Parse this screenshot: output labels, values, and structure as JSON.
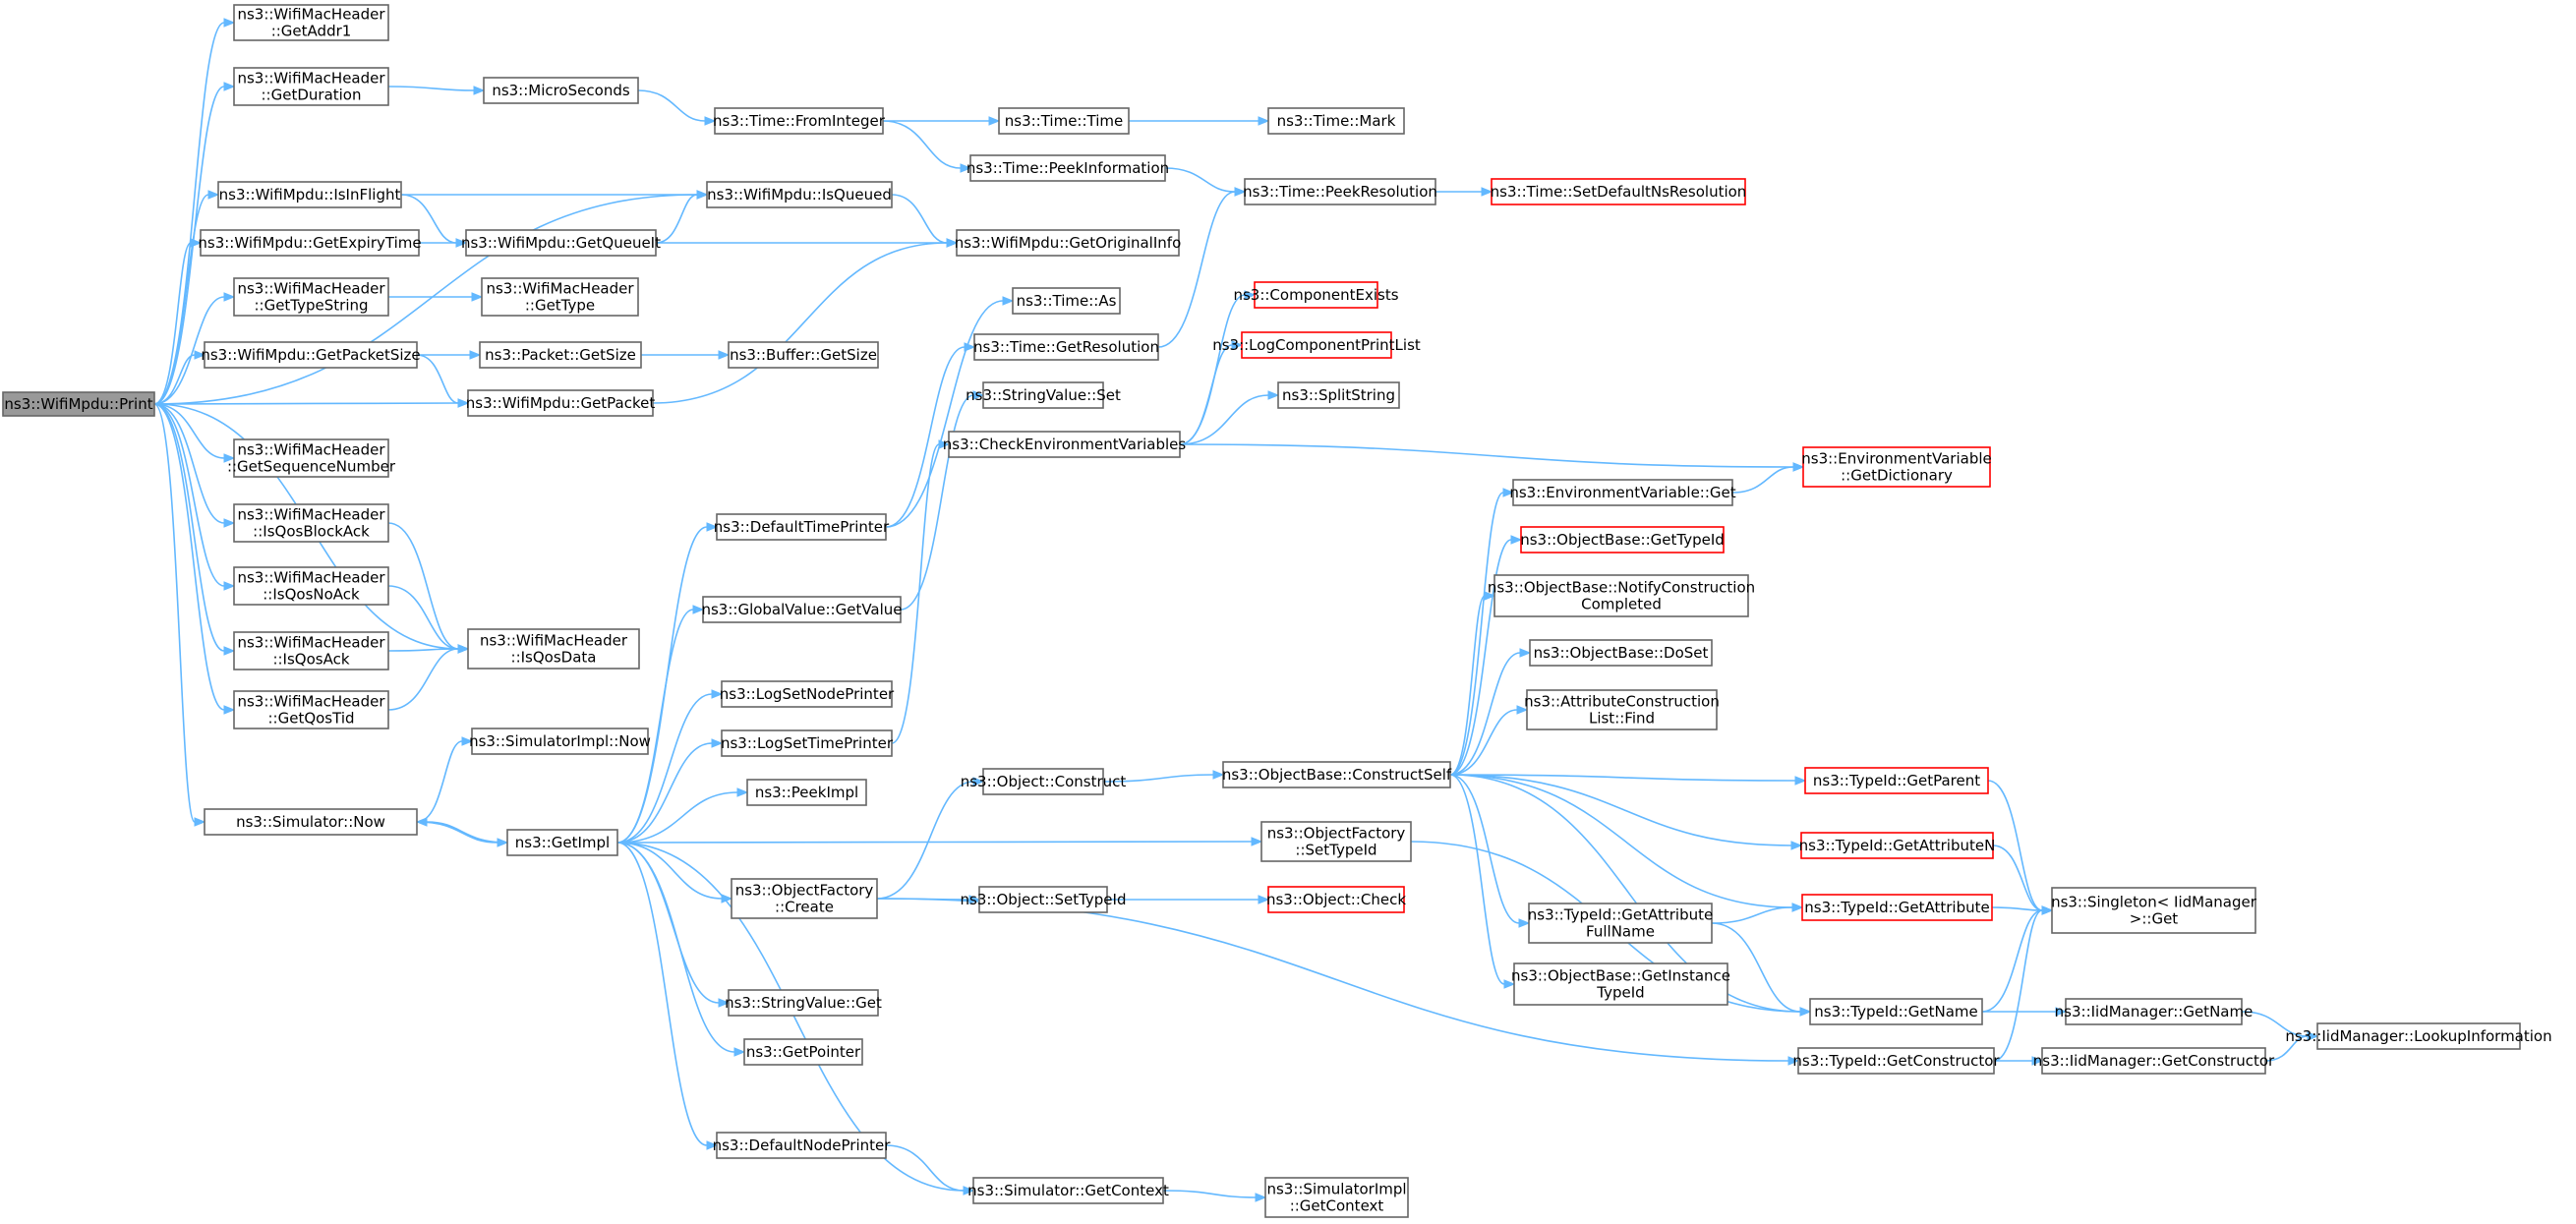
{
  "graph": {
    "title": "",
    "colors": {
      "edge": "#63b8ff",
      "node_border": "#666666",
      "truncated_border": "#ff0000",
      "root_fill": "#999999"
    },
    "nodes": [
      {
        "id": "print",
        "lines": [
          "ns3::WifiMpdu::Print"
        ],
        "root": true
      },
      {
        "id": "getaddr1",
        "lines": [
          "ns3::WifiMacHeader",
          "::GetAddr1"
        ]
      },
      {
        "id": "getduration",
        "lines": [
          "ns3::WifiMacHeader",
          "::GetDuration"
        ]
      },
      {
        "id": "microseconds",
        "lines": [
          "ns3::MicroSeconds"
        ]
      },
      {
        "id": "fromint",
        "lines": [
          "ns3::Time::FromInteger"
        ]
      },
      {
        "id": "timetime",
        "lines": [
          "ns3::Time::Time"
        ]
      },
      {
        "id": "timemark",
        "lines": [
          "ns3::Time::Mark"
        ]
      },
      {
        "id": "peekinfo",
        "lines": [
          "ns3::Time::PeekInformation"
        ]
      },
      {
        "id": "peekres",
        "lines": [
          "ns3::Time::PeekResolution"
        ]
      },
      {
        "id": "setdefres",
        "lines": [
          "ns3::Time::SetDefaultNsResolution"
        ],
        "trunc": true
      },
      {
        "id": "isinflight",
        "lines": [
          "ns3::WifiMpdu::IsInFlight"
        ]
      },
      {
        "id": "isqueued",
        "lines": [
          "ns3::WifiMpdu::IsQueued"
        ]
      },
      {
        "id": "getexpiry",
        "lines": [
          "ns3::WifiMpdu::GetExpiryTime"
        ]
      },
      {
        "id": "getqueueit",
        "lines": [
          "ns3::WifiMpdu::GetQueueIt"
        ]
      },
      {
        "id": "getorig",
        "lines": [
          "ns3::WifiMpdu::GetOriginalInfo"
        ]
      },
      {
        "id": "gettypestring",
        "lines": [
          "ns3::WifiMacHeader",
          "::GetTypeString"
        ]
      },
      {
        "id": "gettype",
        "lines": [
          "ns3::WifiMacHeader",
          "::GetType"
        ]
      },
      {
        "id": "timeas",
        "lines": [
          "ns3::Time::As"
        ]
      },
      {
        "id": "getres",
        "lines": [
          "ns3::Time::GetResolution"
        ]
      },
      {
        "id": "compexists",
        "lines": [
          "ns3::ComponentExists"
        ],
        "trunc": true
      },
      {
        "id": "logcomplist",
        "lines": [
          "ns3::LogComponentPrintList"
        ],
        "trunc": true
      },
      {
        "id": "getpacketsize",
        "lines": [
          "ns3::WifiMpdu::GetPacketSize"
        ]
      },
      {
        "id": "packetgetsize",
        "lines": [
          "ns3::Packet::GetSize"
        ]
      },
      {
        "id": "buffergetsize",
        "lines": [
          "ns3::Buffer::GetSize"
        ]
      },
      {
        "id": "getpacket",
        "lines": [
          "ns3::WifiMpdu::GetPacket"
        ]
      },
      {
        "id": "stringvalueset",
        "lines": [
          "ns3::StringValue::Set"
        ]
      },
      {
        "id": "splitstring",
        "lines": [
          "ns3::SplitString"
        ]
      },
      {
        "id": "checkenv",
        "lines": [
          "ns3::CheckEnvironmentVariables"
        ]
      },
      {
        "id": "getseq",
        "lines": [
          "ns3::WifiMacHeader",
          "::GetSequenceNumber"
        ]
      },
      {
        "id": "envgetdict",
        "lines": [
          "ns3::EnvironmentVariable",
          "::GetDictionary"
        ],
        "trunc": true
      },
      {
        "id": "envget",
        "lines": [
          "ns3::EnvironmentVariable::Get"
        ]
      },
      {
        "id": "isqosblockack",
        "lines": [
          "ns3::WifiMacHeader",
          "::IsQosBlockAck"
        ]
      },
      {
        "id": "deftimeprinter",
        "lines": [
          "ns3::DefaultTimePrinter"
        ]
      },
      {
        "id": "objgettypeid",
        "lines": [
          "ns3::ObjectBase::GetTypeId"
        ],
        "trunc": true
      },
      {
        "id": "isqosnoack",
        "lines": [
          "ns3::WifiMacHeader",
          "::IsQosNoAck"
        ]
      },
      {
        "id": "notifyconst",
        "lines": [
          "ns3::ObjectBase::NotifyConstruction",
          "Completed"
        ]
      },
      {
        "id": "globalgetvalue",
        "lines": [
          "ns3::GlobalValue::GetValue"
        ]
      },
      {
        "id": "isqosack",
        "lines": [
          "ns3::WifiMacHeader",
          "::IsQosAck"
        ]
      },
      {
        "id": "isqosdata",
        "lines": [
          "ns3::WifiMacHeader",
          "::IsQosData"
        ]
      },
      {
        "id": "doset",
        "lines": [
          "ns3::ObjectBase::DoSet"
        ]
      },
      {
        "id": "logsetnode",
        "lines": [
          "ns3::LogSetNodePrinter"
        ]
      },
      {
        "id": "getqostid",
        "lines": [
          "ns3::WifiMacHeader",
          "::GetQosTid"
        ]
      },
      {
        "id": "attrfind",
        "lines": [
          "ns3::AttributeConstruction",
          "List::Find"
        ]
      },
      {
        "id": "simimplnow",
        "lines": [
          "ns3::SimulatorImpl::Now"
        ]
      },
      {
        "id": "logsettime",
        "lines": [
          "ns3::LogSetTimePrinter"
        ]
      },
      {
        "id": "objconstruct",
        "lines": [
          "ns3::Object::Construct"
        ]
      },
      {
        "id": "constructself",
        "lines": [
          "ns3::ObjectBase::ConstructSelf"
        ]
      },
      {
        "id": "getparent",
        "lines": [
          "ns3::TypeId::GetParent"
        ],
        "trunc": true
      },
      {
        "id": "peekimpl",
        "lines": [
          "ns3::PeekImpl"
        ]
      },
      {
        "id": "simnow",
        "lines": [
          "ns3::Simulator::Now"
        ]
      },
      {
        "id": "getimpl",
        "lines": [
          "ns3::GetImpl"
        ]
      },
      {
        "id": "factsettypeid",
        "lines": [
          "ns3::ObjectFactory",
          "::SetTypeId"
        ]
      },
      {
        "id": "getattrn",
        "lines": [
          "ns3::TypeId::GetAttributeN"
        ],
        "trunc": true
      },
      {
        "id": "factcreate",
        "lines": [
          "ns3::ObjectFactory",
          "::Create"
        ]
      },
      {
        "id": "objsettypeid",
        "lines": [
          "ns3::Object::SetTypeId"
        ]
      },
      {
        "id": "objcheck",
        "lines": [
          "ns3::Object::Check"
        ],
        "trunc": true
      },
      {
        "id": "getattrfull",
        "lines": [
          "ns3::TypeId::GetAttribute",
          "FullName"
        ]
      },
      {
        "id": "getattr",
        "lines": [
          "ns3::TypeId::GetAttribute"
        ],
        "trunc": true
      },
      {
        "id": "singleton",
        "lines": [
          "ns3::Singleton< IidManager",
          ">::Get"
        ]
      },
      {
        "id": "getinstance",
        "lines": [
          "ns3::ObjectBase::GetInstance",
          "TypeId"
        ]
      },
      {
        "id": "stringvalueget",
        "lines": [
          "ns3::StringValue::Get"
        ]
      },
      {
        "id": "typeidgetname",
        "lines": [
          "ns3::TypeId::GetName"
        ]
      },
      {
        "id": "iidgetname",
        "lines": [
          "ns3::IidManager::GetName"
        ]
      },
      {
        "id": "lookupinfo",
        "lines": [
          "ns3::IidManager::LookupInformation"
        ]
      },
      {
        "id": "getpointer",
        "lines": [
          "ns3::GetPointer"
        ]
      },
      {
        "id": "typeidgetconst",
        "lines": [
          "ns3::TypeId::GetConstructor"
        ]
      },
      {
        "id": "iidgetconst",
        "lines": [
          "ns3::IidManager::GetConstructor"
        ]
      },
      {
        "id": "defnodeprinter",
        "lines": [
          "ns3::DefaultNodePrinter"
        ]
      },
      {
        "id": "simgetcontext",
        "lines": [
          "ns3::Simulator::GetContext"
        ]
      },
      {
        "id": "simimplgetcontext",
        "lines": [
          "ns3::SimulatorImpl",
          "::GetContext"
        ]
      }
    ]
  }
}
